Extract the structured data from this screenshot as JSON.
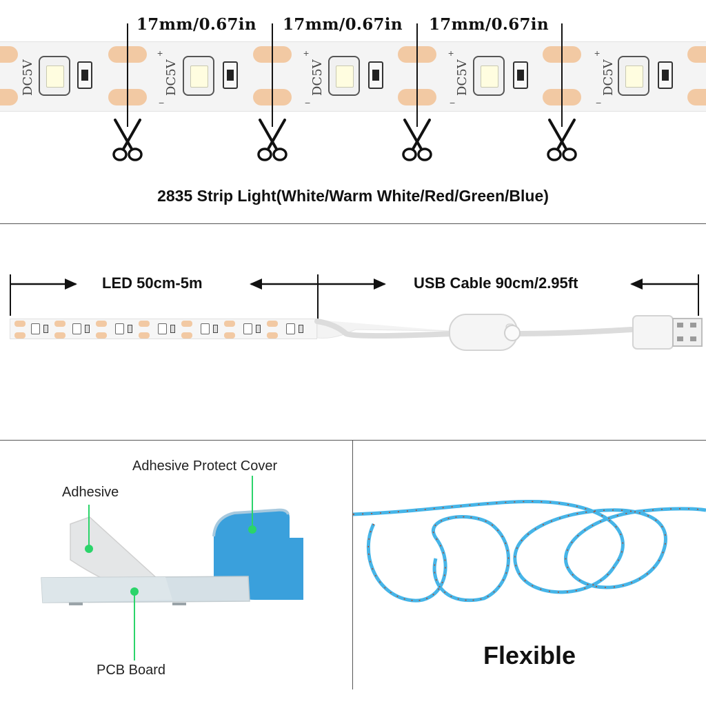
{
  "section_cut": {
    "segment_labels": [
      "17mm/0.67in",
      "17mm/0.67in",
      "17mm/0.67in"
    ],
    "voltage_label": "DC5V",
    "plus_sign": "+",
    "minus_sign": "−",
    "title": "2835 Strip Light(White/Warm White/Red/Green/Blue)"
  },
  "section_length": {
    "led_label": "LED 50cm-5m",
    "cable_label": "USB Cable 90cm/2.95ft"
  },
  "section_layers": {
    "adhesive_protect_cover": "Adhesive Protect Cover",
    "adhesive": "Adhesive",
    "pcb_board": "PCB Board"
  },
  "section_flexible": {
    "title": "Flexible"
  },
  "colors": {
    "pad": "#f2c9a3",
    "cover_blue": "#3aa0dc",
    "pointer_green": "#2bd46a",
    "flex_strip": "#46b5e8"
  },
  "icons": [
    "scissors-icon",
    "arrow-right-icon",
    "arrow-left-icon",
    "usb-plug-icon",
    "switch-icon"
  ]
}
